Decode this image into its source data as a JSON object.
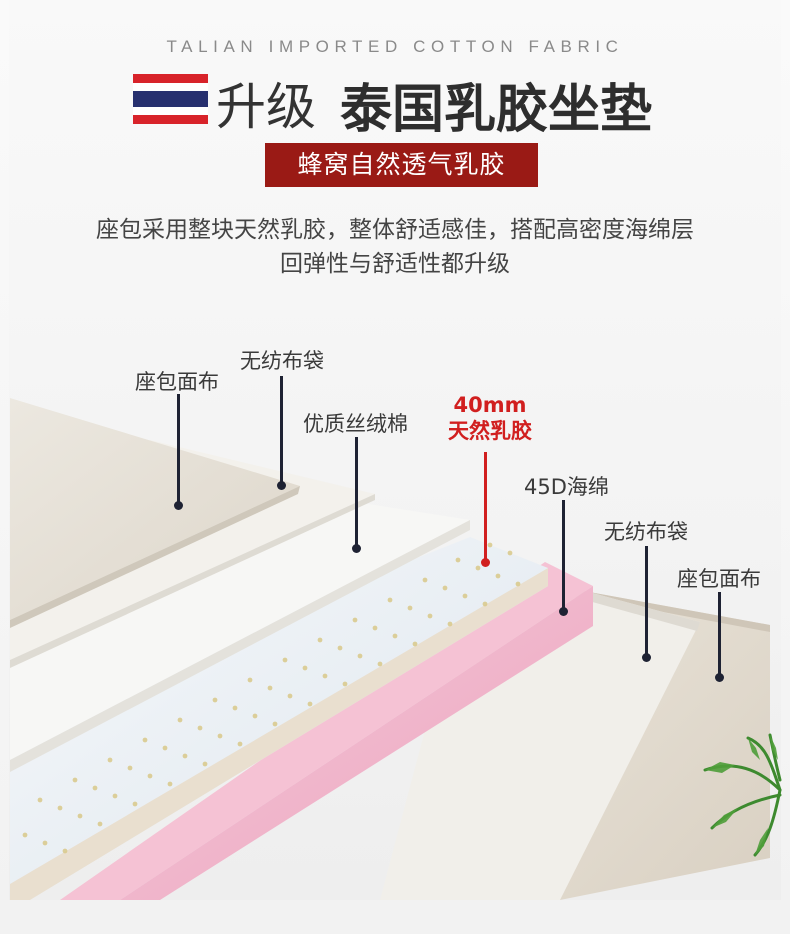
{
  "header": {
    "english_subtitle": "TALIAN IMPORTED COTTON FABRIC",
    "title_prefix": "升级",
    "title_main": "泰国乳胶坐垫",
    "badge": "蜂窝自然透气乳胶",
    "description_line1": "座包采用整块天然乳胶，整体舒适感佳，搭配高密度海绵层",
    "description_line2": "回弹性与舒适性都升级"
  },
  "flag": {
    "stripe_colors": [
      "#d8232a",
      "#ffffff",
      "#27306f",
      "#ffffff",
      "#d8232a"
    ]
  },
  "layers": {
    "top_cover": "座包面布",
    "top_nonwoven": "无纺布袋",
    "silk_cotton": "优质丝绒棉",
    "latex_thickness": "40mm",
    "latex": "天然乳胶",
    "foam": "45D海绵",
    "bottom_nonwoven": "无纺布袋",
    "bottom_cover": "座包面布"
  },
  "colors": {
    "badge_background": "#9a1a15",
    "latex_label": "#d11f1f",
    "leader_line": "#1e2233",
    "foam": "#f2b6cc"
  }
}
